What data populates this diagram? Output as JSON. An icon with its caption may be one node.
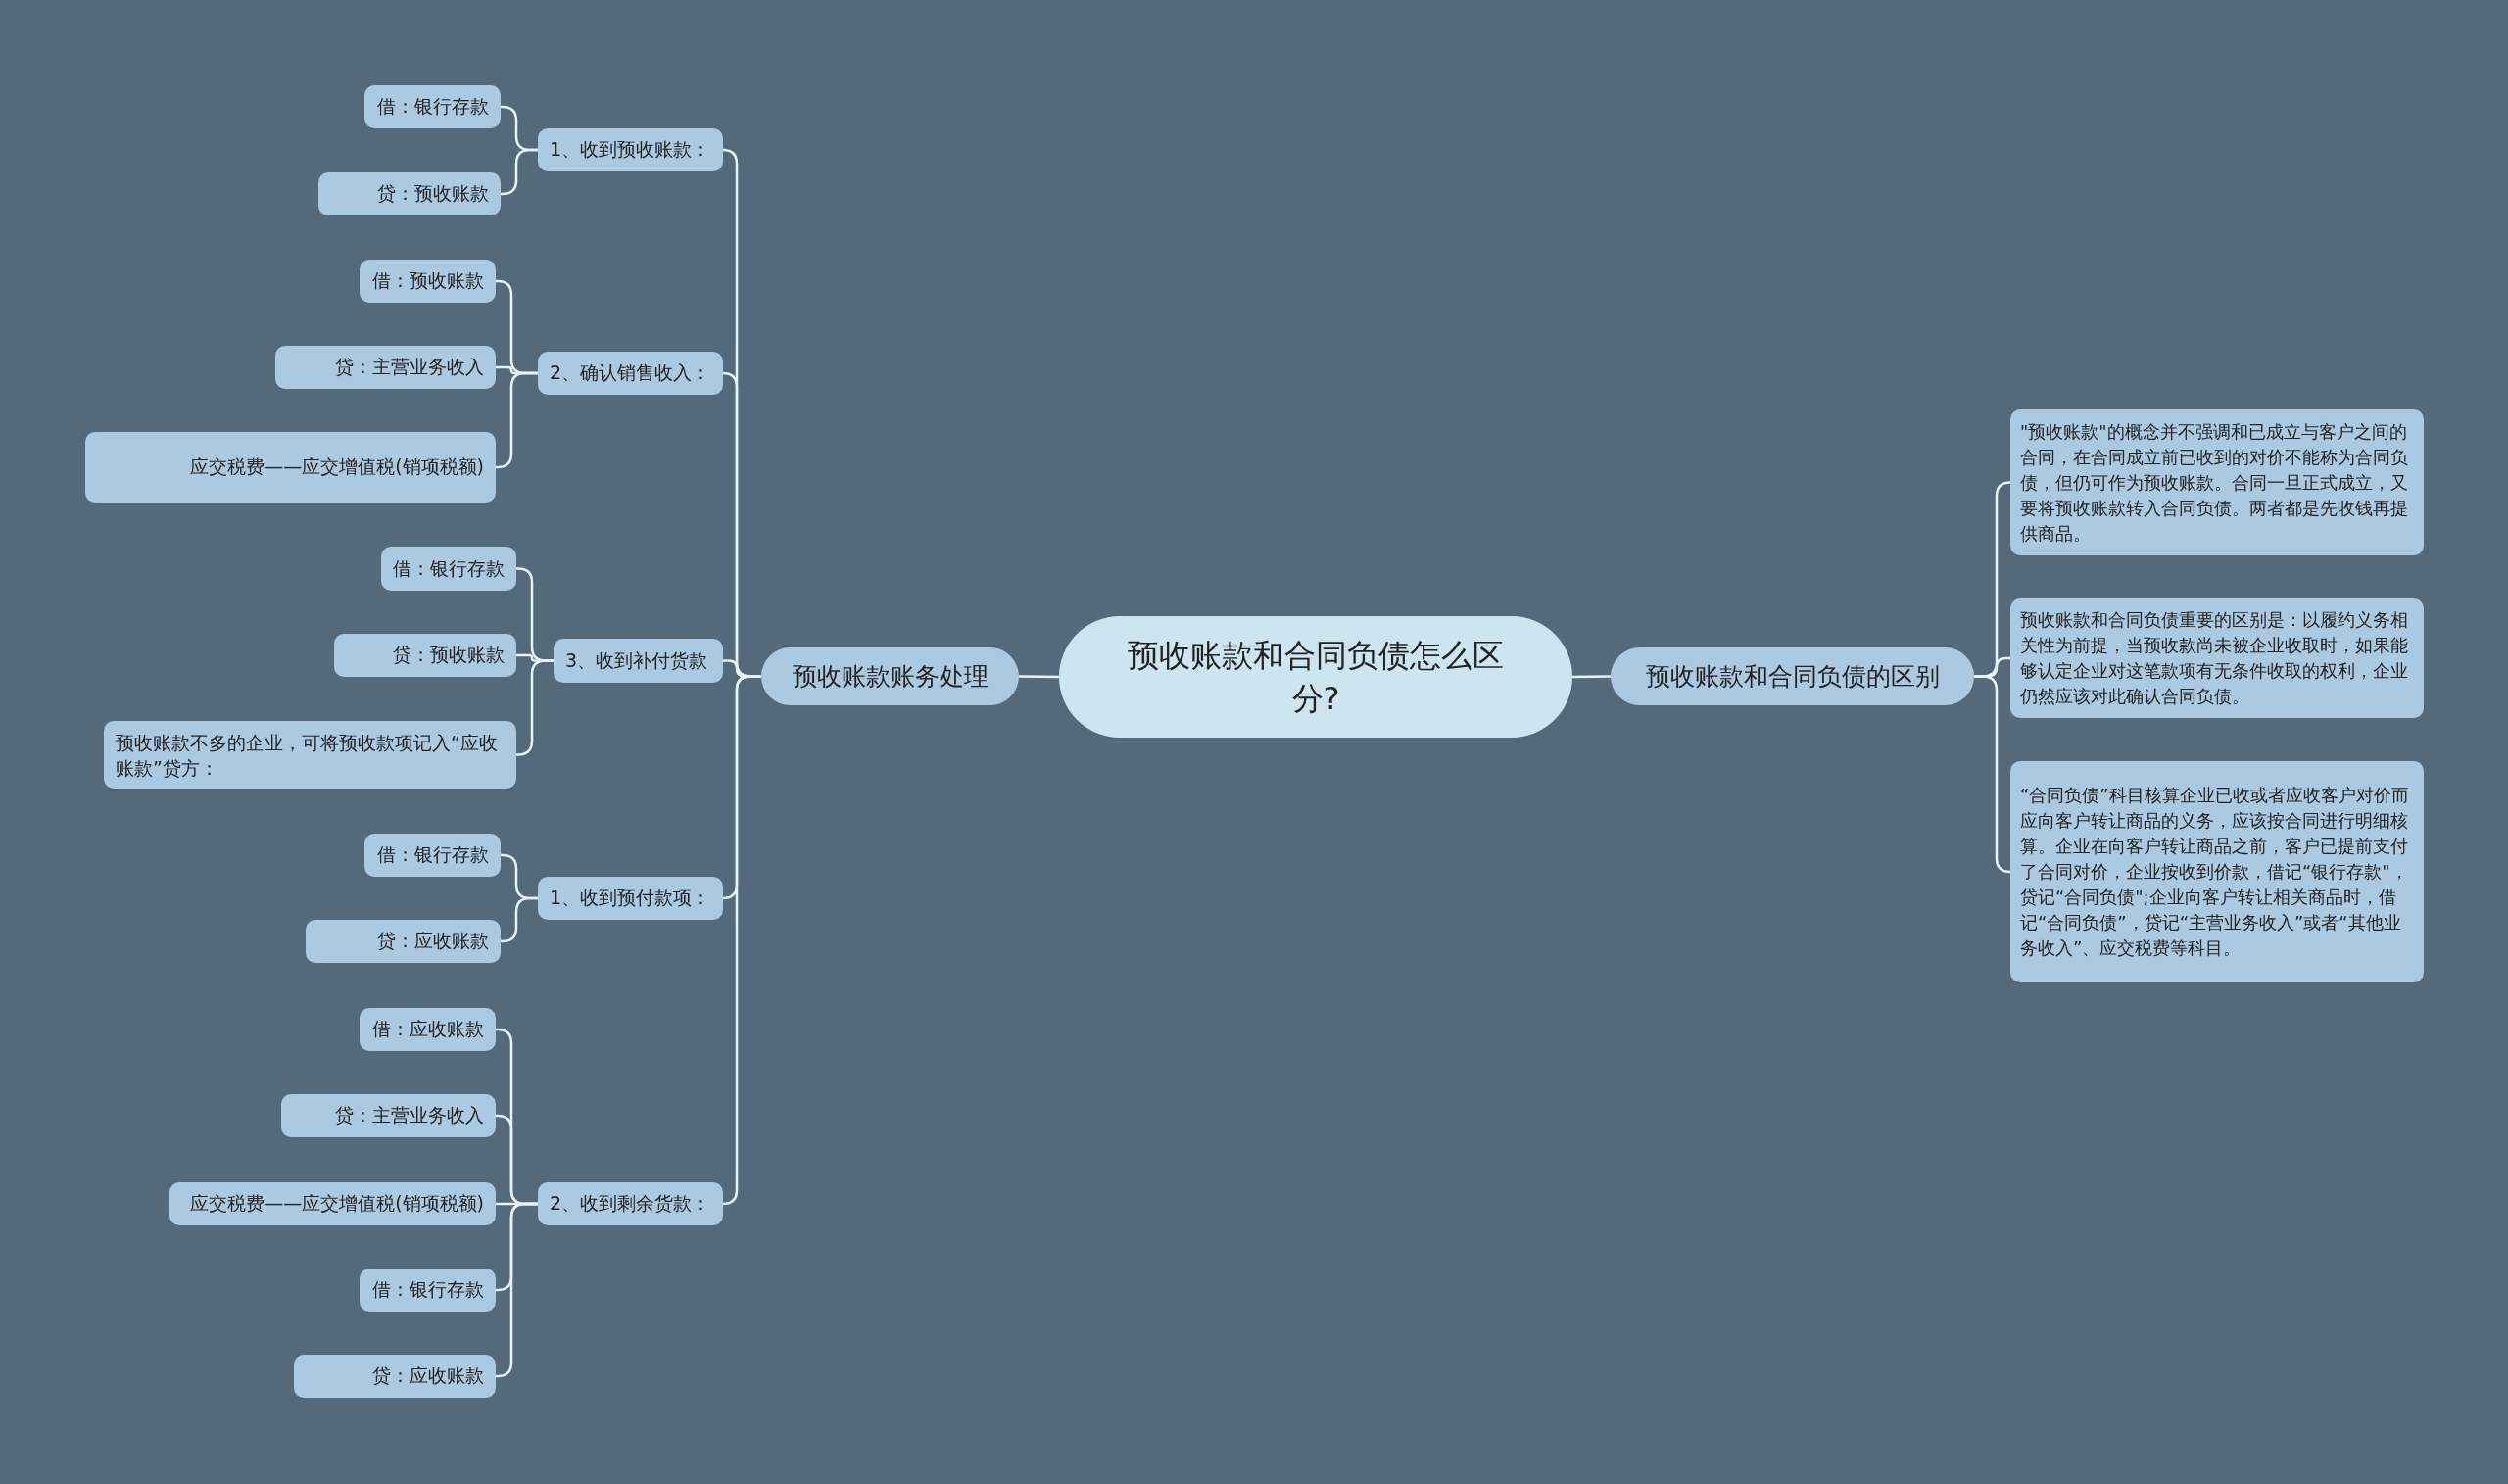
{
  "diagram": {
    "nodes": [
      {
        "text": [
          "预收账款和合同负债怎么区分?"
        ]
      },
      {
        "text": [
          "预收账款账务处理"
        ]
      },
      {
        "text": [
          "1、收到预收账款："
        ]
      },
      {
        "text": [
          "借：银行存款"
        ]
      },
      {
        "text": [
          "贷：预收账款"
        ]
      },
      {
        "text": [
          "2、确认销售收入："
        ]
      },
      {
        "text": [
          "借：预收账款"
        ]
      },
      {
        "text": [
          "贷：主营业务收入"
        ]
      },
      {
        "text": [
          "应交税费——应交增值税(销项税额)"
        ]
      },
      {
        "text": [
          "3、收到补付货款"
        ]
      },
      {
        "text": [
          "借：银行存款"
        ]
      },
      {
        "text": [
          "贷：预收账款"
        ]
      },
      {
        "text": [
          "预收账款不多的企业，可将预收款项记入“应收账款”贷方："
        ]
      },
      {
        "text": [
          "1、收到预付款项："
        ]
      },
      {
        "text": [
          "借：银行存款"
        ]
      },
      {
        "text": [
          "贷：应收账款"
        ]
      },
      {
        "text": [
          "2、收到剩余货款："
        ]
      },
      {
        "text": [
          "借：应收账款"
        ]
      },
      {
        "text": [
          "贷：主营业务收入"
        ]
      },
      {
        "text": [
          "应交税费——应交增值税(销项税额)"
        ]
      },
      {
        "text": [
          "借：银行存款"
        ]
      },
      {
        "text": [
          "贷：应收账款"
        ]
      },
      {
        "text": [
          "预收账款和合同负债的区别"
        ]
      },
      {
        "text": [
          "\"预收账款\"的概念并不强调和已成立与客户之间的合同，在合同成立前已收到的对价不能称为合同负债，但仍可作为预收账款。合同一旦正式成立，又要将预收账款转入合同负债。两者都是先收钱再提供商品。"
        ]
      },
      {
        "text": [
          "预收账款和合同负债重要的区别是：以履约义务相关性为前提，当预收款尚未被企业收取时，如果能够认定企业对这笔款项有无条件收取的权利，企业仍然应该对此确认合同负债。"
        ]
      },
      {
        "text": [
          "“合同负债”科目核算企业已收或者应收客户对价而应向客户转让商品的义务，应该按合同进行明细核算。企业在向客户转让商品之前，客户已提前支付了合同对价，企业按收到价款，借记“银行存款\"，贷记“合同负债\";企业向客户转让相关商品时，借记“合同负债”，贷记“主营业务收入”或者“其他业务收入”、应交税费等科目。"
        ]
      }
    ],
    "edges": [
      {
        "from": 0,
        "to": 1,
        "arrow": "none"
      },
      {
        "from": 1,
        "to": 2,
        "arrow": "none"
      },
      {
        "from": 2,
        "to": 3,
        "arrow": "none"
      },
      {
        "from": 2,
        "to": 4,
        "arrow": "none"
      },
      {
        "from": 1,
        "to": 5,
        "arrow": "none"
      },
      {
        "from": 5,
        "to": 6,
        "arrow": "none"
      },
      {
        "from": 5,
        "to": 7,
        "arrow": "none"
      },
      {
        "from": 5,
        "to": 8,
        "arrow": "none"
      },
      {
        "from": 1,
        "to": 9,
        "arrow": "none"
      },
      {
        "from": 9,
        "to": 10,
        "arrow": "none"
      },
      {
        "from": 9,
        "to": 11,
        "arrow": "none"
      },
      {
        "from": 9,
        "to": 12,
        "arrow": "none"
      },
      {
        "from": 1,
        "to": 13,
        "arrow": "none"
      },
      {
        "from": 13,
        "to": 14,
        "arrow": "none"
      },
      {
        "from": 13,
        "to": 15,
        "arrow": "none"
      },
      {
        "from": 1,
        "to": 16,
        "arrow": "none"
      },
      {
        "from": 16,
        "to": 17,
        "arrow": "none"
      },
      {
        "from": 16,
        "to": 18,
        "arrow": "none"
      },
      {
        "from": 16,
        "to": 19,
        "arrow": "none"
      },
      {
        "from": 16,
        "to": 20,
        "arrow": "none"
      },
      {
        "from": 16,
        "to": 21,
        "arrow": "none"
      },
      {
        "from": 0,
        "to": 22,
        "arrow": "none"
      },
      {
        "from": 22,
        "to": 23,
        "arrow": "none"
      },
      {
        "from": 22,
        "to": 24,
        "arrow": "none"
      },
      {
        "from": 22,
        "to": 25,
        "arrow": "none"
      }
    ]
  }
}
